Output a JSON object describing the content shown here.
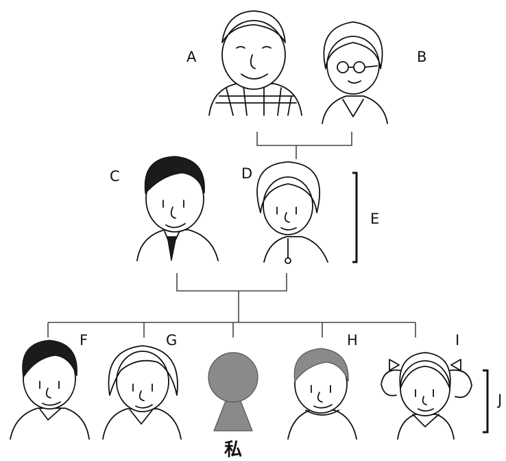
{
  "labels": {
    "a": "A",
    "b": "B",
    "c": "C",
    "d": "D",
    "e": "E",
    "f": "F",
    "g": "G",
    "h": "H",
    "i": "I",
    "j": "J"
  },
  "self_label": "私",
  "colors": {
    "line": "#444444",
    "ink": "#111111",
    "self_silhouette": "#8a8a8a"
  },
  "figures": [
    {
      "key": "A",
      "description_icon": "grandfather-icon"
    },
    {
      "key": "B",
      "description_icon": "grandmother-icon"
    },
    {
      "key": "C",
      "description_icon": "father-icon"
    },
    {
      "key": "D",
      "description_icon": "mother-icon"
    },
    {
      "key": "F",
      "description_icon": "sibling-man-icon"
    },
    {
      "key": "G",
      "description_icon": "sibling-woman-icon"
    },
    {
      "key": "self",
      "description_icon": "silhouette-icon"
    },
    {
      "key": "H",
      "description_icon": "sibling-boy-icon"
    },
    {
      "key": "I",
      "description_icon": "sibling-girl-icon"
    }
  ]
}
